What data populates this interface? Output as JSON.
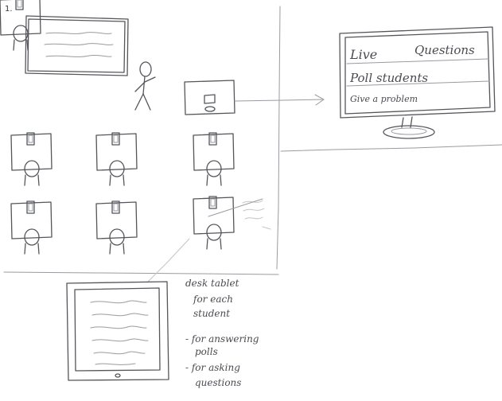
{
  "page_number": "1.",
  "monitor": {
    "line1_left": "Live",
    "line1_right": "Questions",
    "line2": "Poll students",
    "line3": "Give a problem"
  },
  "tablet_caption": {
    "line1": "desk tablet",
    "line2": "for each",
    "line3": "student"
  },
  "tablet_uses": {
    "item1_line1": "- for answering",
    "item1_line2": "polls",
    "item2_line1": "- for asking",
    "item2_line2": "questions"
  }
}
